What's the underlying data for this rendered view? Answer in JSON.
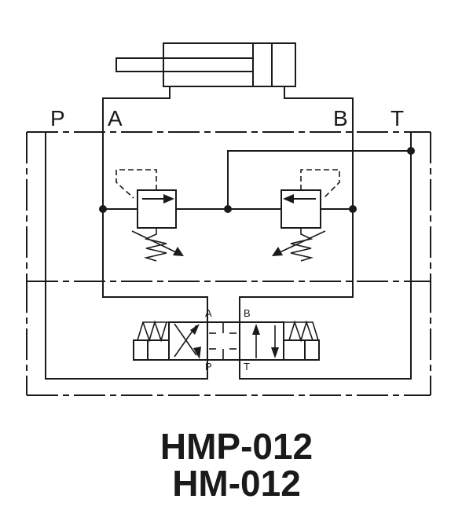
{
  "ports": {
    "P": "P",
    "A": "A",
    "B": "B",
    "T": "T"
  },
  "valve_ports": {
    "A": "A",
    "B": "B",
    "P": "P",
    "T": "T"
  },
  "models": {
    "line1": "HMP-012",
    "line2": "HM-012"
  },
  "colors": {
    "ink": "#1a1a1a",
    "background": "#ffffff"
  }
}
